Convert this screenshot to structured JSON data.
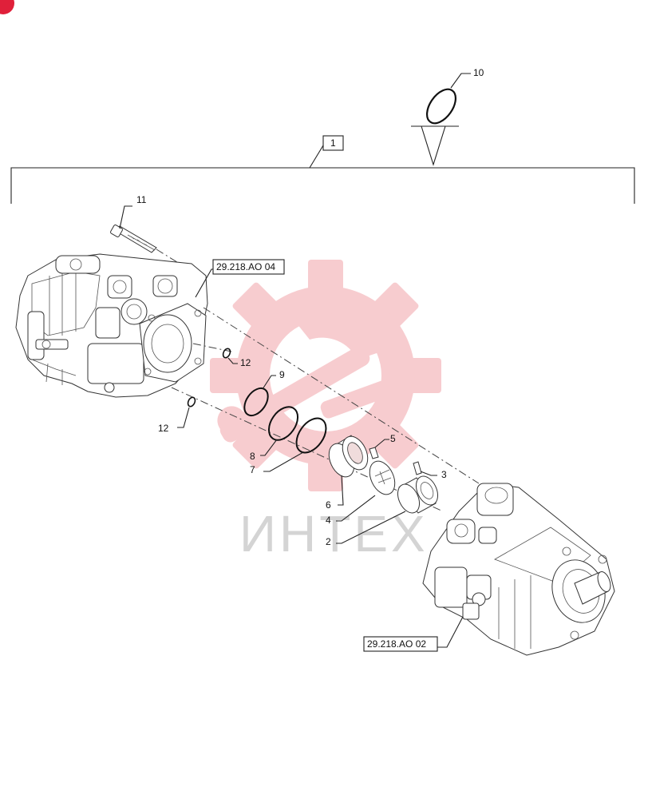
{
  "corner_marker": {
    "color": "#e0203a"
  },
  "watermark": {
    "text": "ИНТЕХ",
    "color": "#f4b8bc",
    "icon": "gear-wrench-icon"
  },
  "references": {
    "ref_top": "29.218.AO 04",
    "ref_bottom": "29.218.AO 02"
  },
  "callouts": {
    "c1": "1",
    "c2": "2",
    "c3": "3",
    "c4": "4",
    "c5": "5",
    "c6": "6",
    "c7": "7",
    "c8": "8",
    "c9": "9",
    "c10": "10",
    "c11": "11",
    "c12a": "12",
    "c12b": "12"
  }
}
